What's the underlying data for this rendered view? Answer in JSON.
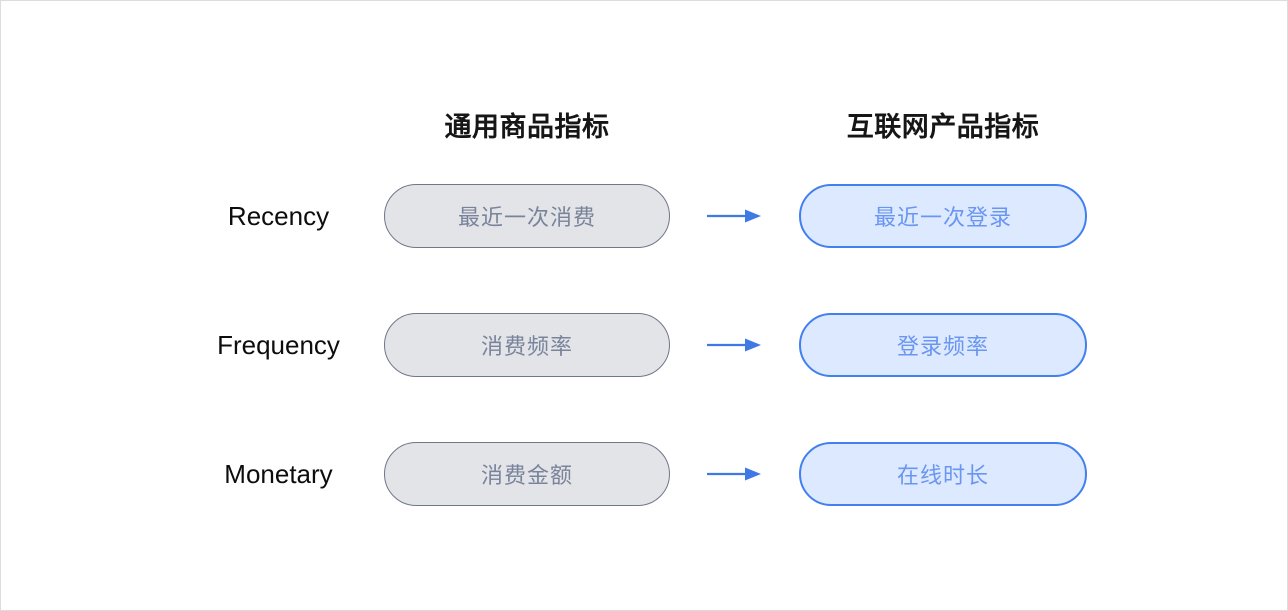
{
  "diagram": {
    "title_row": {
      "generic_label": "通用商品指标",
      "internet_label": "互联网产品指标"
    },
    "colors": {
      "source_fill": "#e3e4e8",
      "source_border": "#6f7889",
      "source_text": "#79839a",
      "target_fill": "#dde9fe",
      "target_border": "#4280ef",
      "target_text": "#6a96f2",
      "arrow": "#3f7ae4",
      "label_text": "#0d0d0d",
      "header_text": "#161616",
      "canvas_border": "#dcdcdc"
    },
    "rows": [
      {
        "dimension": "Recency",
        "source": "最近一次消费",
        "arrow": "arrow-right-icon",
        "target": "最近一次登录"
      },
      {
        "dimension": "Frequency",
        "source": "消费频率",
        "arrow": "arrow-right-icon",
        "target": "登录频率"
      },
      {
        "dimension": "Monetary",
        "source": "消费金额",
        "arrow": "arrow-right-icon",
        "target": "在线时长"
      }
    ]
  }
}
